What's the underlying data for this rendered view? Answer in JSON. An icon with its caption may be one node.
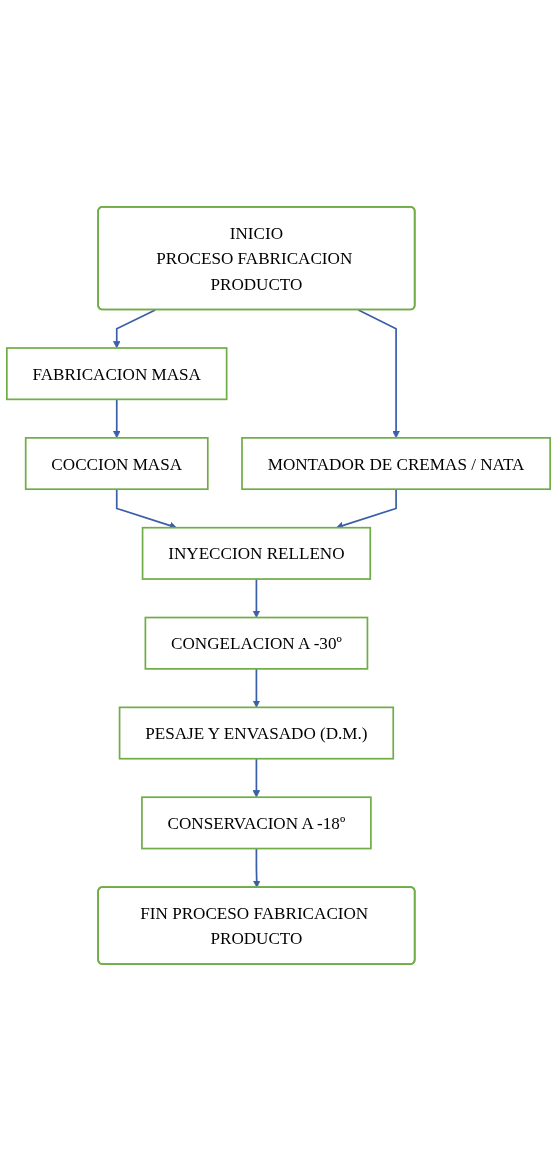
{
  "diagram": {
    "nodes": [
      {
        "text": [
          "INICIO",
          "PROCESO FABRICACION PRODUCTO"
        ]
      },
      {
        "text": [
          "FABRICACION MASA"
        ]
      },
      {
        "text": [
          "MONTADOR DE CREMAS / NATA"
        ]
      },
      {
        "text": [
          "COCCION MASA"
        ]
      },
      {
        "text": [
          "INYECCION RELLENO"
        ]
      },
      {
        "text": [
          "CONGELACION A -30º"
        ]
      },
      {
        "text": [
          "PESAJE Y ENVASADO (D.M.)"
        ]
      },
      {
        "text": [
          "CONSERVACION A -18º"
        ]
      },
      {
        "text": [
          "FIN PROCESO FABRICACION PRODUCTO"
        ]
      }
    ],
    "edges": [
      {
        "from": 0,
        "to": 1,
        "arrow": "to"
      },
      {
        "from": 0,
        "to": 2,
        "arrow": "to"
      },
      {
        "from": 1,
        "to": 3,
        "arrow": "to"
      },
      {
        "from": 3,
        "to": 4,
        "arrow": "to"
      },
      {
        "from": 2,
        "to": 4,
        "arrow": "to"
      },
      {
        "from": 4,
        "to": 5,
        "arrow": "to"
      },
      {
        "from": 5,
        "to": 6,
        "arrow": "to"
      },
      {
        "from": 6,
        "to": 7,
        "arrow": "to"
      },
      {
        "from": 7,
        "to": 8,
        "arrow": "to"
      }
    ]
  }
}
